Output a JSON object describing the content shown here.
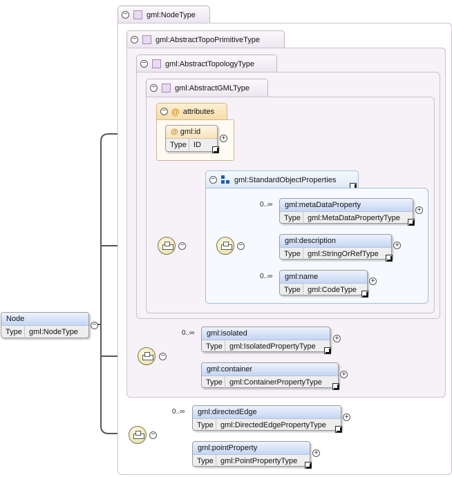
{
  "root": {
    "name": "Node",
    "type_label": "Type",
    "type_value": "gml:NodeType"
  },
  "types": {
    "node_type": "gml:NodeType",
    "abstract_topo_primitive": "gml:AbstractTopoPrimitiveType",
    "abstract_topology": "gml:AbstractTopologyType",
    "abstract_gml": "gml:AbstractGMLType"
  },
  "attributes": {
    "label": "attributes",
    "id_name": "gml:id",
    "id_type_label": "Type",
    "id_type_value": "ID"
  },
  "standard_group": {
    "label": "gml:StandardObjectProperties",
    "items": [
      {
        "name": "gml:metaDataProperty",
        "type_label": "Type",
        "type_value": "gml:MetaDataPropertyType",
        "cardinality": "0..∞"
      },
      {
        "name": "gml:description",
        "type_label": "Type",
        "type_value": "gml:StringOrRefType",
        "cardinality": ""
      },
      {
        "name": "gml:name",
        "type_label": "Type",
        "type_value": "gml:CodeType",
        "cardinality": "0..∞"
      }
    ]
  },
  "topo_sequence": [
    {
      "name": "gml:isolated",
      "type_label": "Type",
      "type_value": "gml:IsolatedPropertyType",
      "cardinality": "0..∞"
    },
    {
      "name": "gml:container",
      "type_label": "Type",
      "type_value": "gml:ContainerPropertyType",
      "cardinality": ""
    }
  ],
  "node_sequence": [
    {
      "name": "gml:directedEdge",
      "type_label": "Type",
      "type_value": "gml:DirectedEdgePropertyType",
      "cardinality": "0..∞"
    },
    {
      "name": "gml:pointProperty",
      "type_label": "Type",
      "type_value": "gml:PointPropertyType",
      "cardinality": ""
    }
  ],
  "colors": {
    "type_container_bg": "#f6f2f8",
    "element_header": "#c4d6f4",
    "attribute_header": "#f8dca9",
    "group_bg": "#f6f9fd",
    "connector": "#555555"
  },
  "icons": [
    "collapse-icon",
    "complex-type-icon",
    "attribute-icon",
    "expand-icon",
    "shortcut-icon",
    "sequence-compositor-icon",
    "group-icon"
  ]
}
